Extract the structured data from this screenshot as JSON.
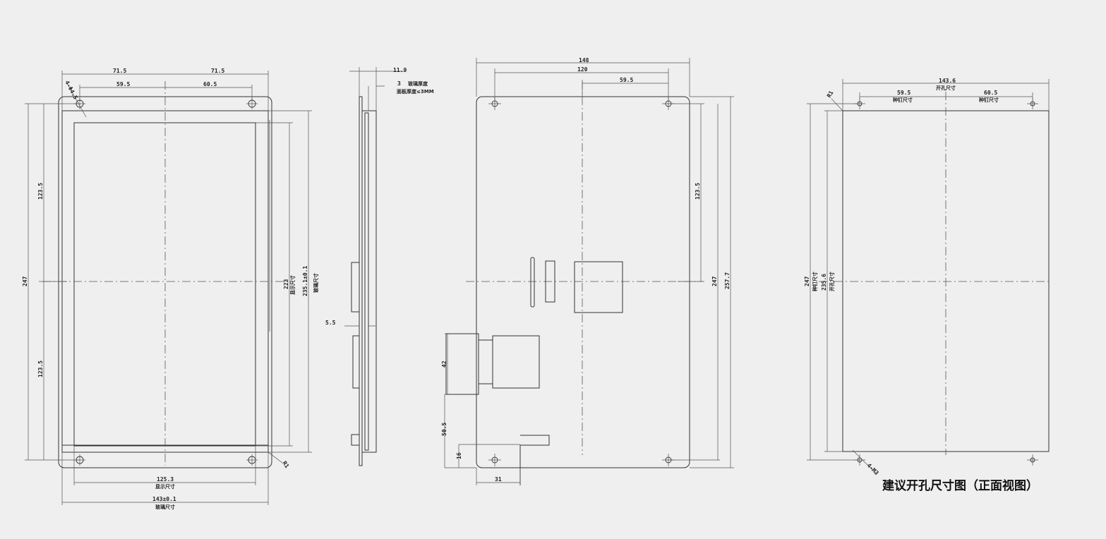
{
  "front_view": {
    "top_left": "71.5",
    "top_right": "71.5",
    "hole_left": "59.5",
    "hole_right": "60.5",
    "hole_callout": "4-Φ4.5",
    "upper_half": "123.5",
    "lower_half": "123.5",
    "total_height": "247",
    "display_height": "223",
    "display_height_label": "显示尺寸",
    "glass_height": "235.1±0.1",
    "glass_height_label": "玻璃尺寸",
    "display_width": "125.3",
    "display_width_label": "显示尺寸",
    "glass_width": "143±0.1",
    "glass_width_label": "玻璃尺寸",
    "corner_radius": "R1"
  },
  "side_view": {
    "total_depth": "11.9",
    "glass_thickness": "3",
    "glass_thickness_label": "玻璃厚度",
    "panel_thickness_label": "面板厚度≤3MM",
    "connector_offset": "5.5"
  },
  "back_view": {
    "total_width": "148",
    "hole_span": "120",
    "hole_offset": "59.5",
    "upper_half": "123.5",
    "hole_height": "247",
    "total_height": "257.7",
    "connector_height": "42",
    "connector_offset": "50.5",
    "bottom_offset": "16",
    "left_offset": "31"
  },
  "cutout_view": {
    "total_width": "143.6",
    "total_width_label": "开孔尺寸",
    "stud_left": "59.5",
    "stud_left_label": "种钉尺寸",
    "stud_right": "60.5",
    "stud_right_label": "种钉尺寸",
    "corner_radius": "R1",
    "stud_height": "247",
    "stud_height_label": "种钉尺寸",
    "cutout_height": "235.6",
    "cutout_height_label": "开孔尺寸",
    "stud_callout": "4-M3",
    "caption": "建议开孔尺寸图（正面视图）"
  }
}
